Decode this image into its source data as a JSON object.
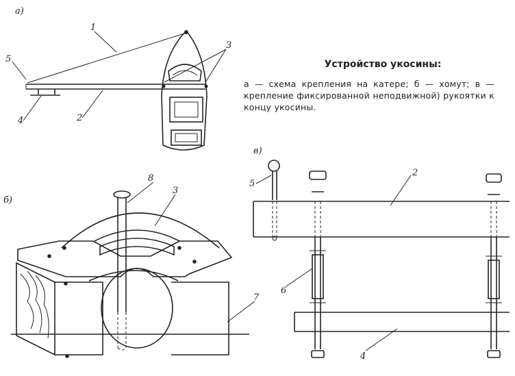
{
  "caption": {
    "title": "Устройство укосины:",
    "body": "а — схема крепления на катере; б — хомут; в — крепление фиксированной неподвижной) рукоятки к концу укосины."
  },
  "panels": {
    "a": {
      "letter": "а)",
      "labels": {
        "l1": "1",
        "l2": "2",
        "l3": "3",
        "l4": "4",
        "l5": "5"
      }
    },
    "b": {
      "letter": "б)",
      "labels": {
        "l3": "3",
        "l7": "7",
        "l8": "8"
      }
    },
    "c": {
      "letter": "в)",
      "labels": {
        "l2": "2",
        "l4": "4",
        "l5": "5",
        "l6": "6"
      }
    }
  }
}
